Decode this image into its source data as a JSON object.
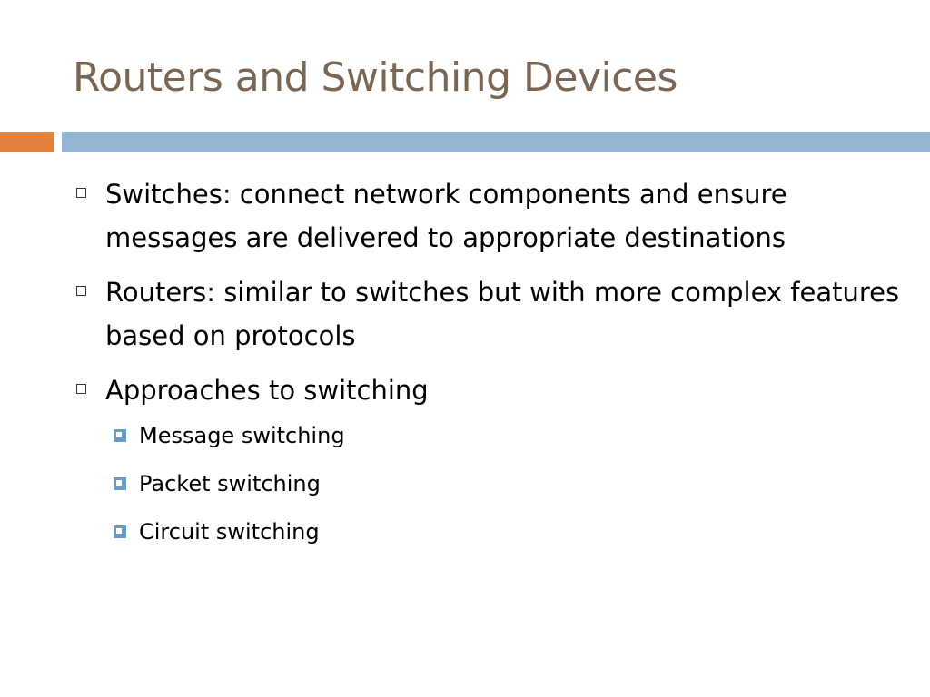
{
  "slide": {
    "title": "Routers and Switching Devices"
  },
  "colors": {
    "title": "#7a6654",
    "accent_orange": "#e0823e",
    "accent_blue": "#93b5d3",
    "sub_marker": "#6b9ac4"
  },
  "icons": {
    "bullet": "hollow-square-icon",
    "sub_bullet": "filled-square-icon"
  },
  "bullets": [
    {
      "text": "Switches: connect network components and ensure messages are delivered to appropriate destinations"
    },
    {
      "text": "Routers: similar to switches but with more complex features based on protocols"
    },
    {
      "text": "Approaches to switching"
    }
  ],
  "sub_bullets": [
    {
      "text": "Message switching"
    },
    {
      "text": "Packet switching"
    },
    {
      "text": "Circuit switching"
    }
  ]
}
